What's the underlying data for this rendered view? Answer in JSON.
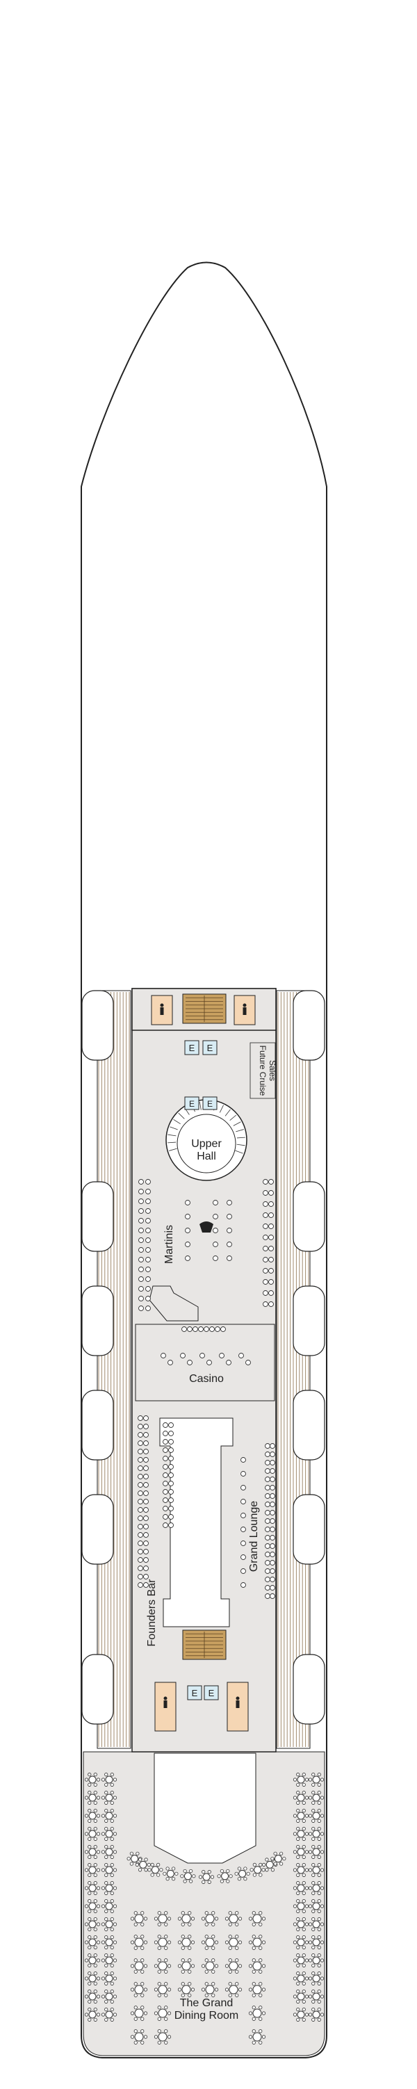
{
  "labels": {
    "future_sales_1": "Future Cruise",
    "future_sales_2": "Sales",
    "upper_hall_1": "Upper",
    "upper_hall_2": "Hall",
    "martinis": "Martinis",
    "casino": "Casino",
    "grand_lounge": "Grand Lounge",
    "founders_bar": "Founders Bar",
    "dining_1": "The Grand",
    "dining_2": "Dining Room",
    "elevator": "E"
  },
  "colors": {
    "outline": "#222222",
    "deck_fill": "#e8e6e4",
    "teak": "#a08a6e",
    "stair_fill": "#c8a060",
    "restroom_fill": "#f5d6b4",
    "elevator_fill": "#d8ecf4",
    "furniture": "#333333"
  },
  "icons": {
    "restroom": "person-icon",
    "stairs": "stairs-icon",
    "piano": "piano-icon"
  }
}
